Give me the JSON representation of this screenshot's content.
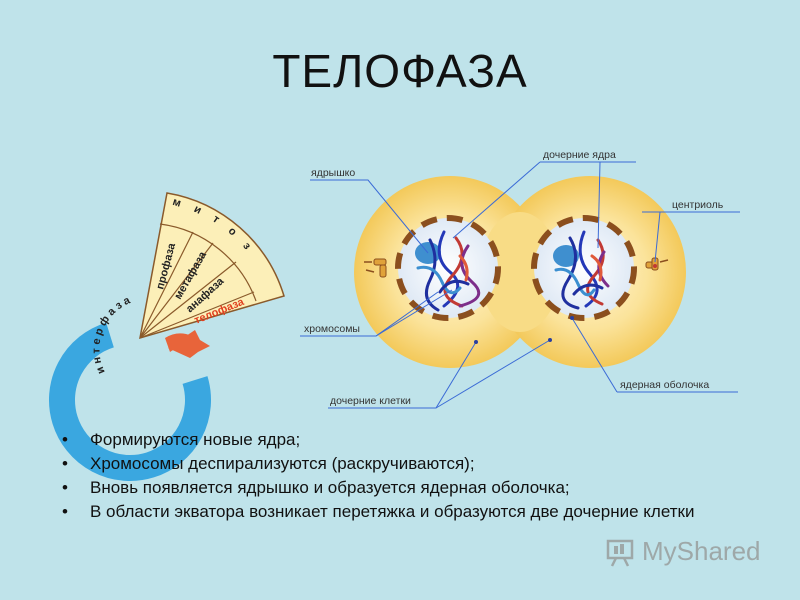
{
  "title": "ТЕЛОФАЗА",
  "wheel": {
    "interphase_label": "интерфаза",
    "mitosis_label": "митоз",
    "phases": [
      "профаза",
      "метафаза",
      "анафаза",
      "телофаза"
    ]
  },
  "labels": {
    "nucleolus": "ядрышко",
    "daughter_nuclei": "дочерние ядра",
    "centriole": "центриоль",
    "chromosomes": "хромосомы",
    "daughter_cells": "дочерние клетки",
    "nuclear_envelope": "ядерная оболочка"
  },
  "bullets": [
    "Формируются новые ядра;",
    "Хромосомы деспирализуются (раскручиваются);",
    "Вновь появляется ядрышко и образуется ядерная оболочка;",
    "В области экватора возникает перетяжка и образуются две дочерние клетки"
  ],
  "bullet_marker": "•",
  "logo": {
    "text": "MyShared"
  },
  "colors": {
    "background": "#bfe3ea",
    "cell_fill": "#f7d57a",
    "wheel_fill": "#fcefb8",
    "interphase_blue": "#3aa7e0",
    "arrow_red": "#e8643a",
    "telophase_red": "#e04020",
    "pointer_line": "#3b6bd6"
  }
}
